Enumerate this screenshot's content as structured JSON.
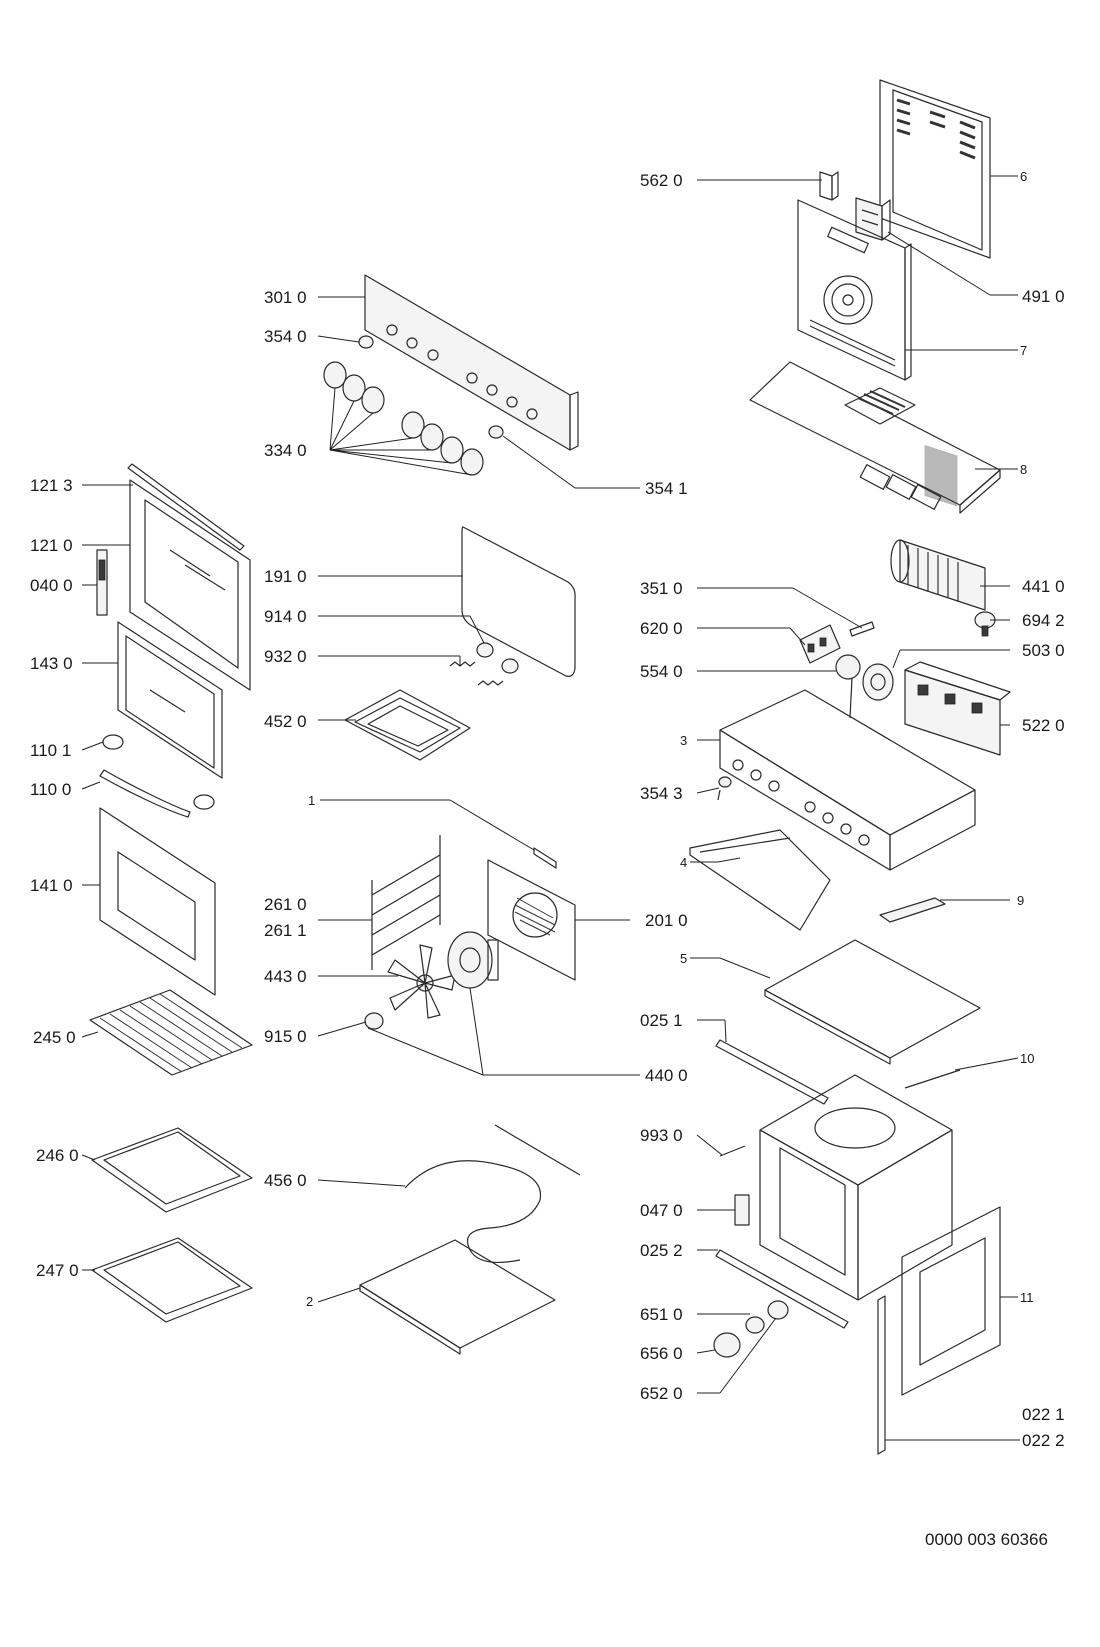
{
  "diagram": {
    "labels": {
      "l_5620": "562 0",
      "l_6": "6",
      "l_4910": "491 0",
      "l_7": "7",
      "l_3010": "301 0",
      "l_3540": "354 0",
      "l_3340": "334 0",
      "l_3541": "354 1",
      "l_8": "8",
      "l_1213": "121 3",
      "l_1210": "121 0",
      "l_0400": "040 0",
      "l_1910": "191 0",
      "l_9140": "914 0",
      "l_9320": "932 0",
      "l_4520": "452 0",
      "l_1430": "143 0",
      "l_1101": "110 1",
      "l_1100": "110 0",
      "l_4410": "441 0",
      "l_6942": "694 2",
      "l_3510": "351 0",
      "l_6200": "620 0",
      "l_5540": "554 0",
      "l_5030": "503 0",
      "l_5220": "522 0",
      "l_3": "3",
      "l_3543": "354 3",
      "l_1": "1",
      "l_1410": "141 0",
      "l_2610": "261 0",
      "l_2611": "261 1",
      "l_2010": "201 0",
      "l_4430": "443 0",
      "l_4": "4",
      "l_9": "9",
      "l_5": "5",
      "l_2450": "245 0",
      "l_9150": "915 0",
      "l_0251": "025 1",
      "l_4400": "440 0",
      "l_10": "10",
      "l_9930": "993 0",
      "l_2460": "246 0",
      "l_4560": "456 0",
      "l_0470": "047 0",
      "l_0252": "025 2",
      "l_2470": "247 0",
      "l_2": "2",
      "l_11": "11",
      "l_6510": "651 0",
      "l_6560": "656 0",
      "l_6520": "652 0",
      "l_0221": "022 1",
      "l_0222": "022 2"
    },
    "document_ref": "0000 003 60366"
  }
}
